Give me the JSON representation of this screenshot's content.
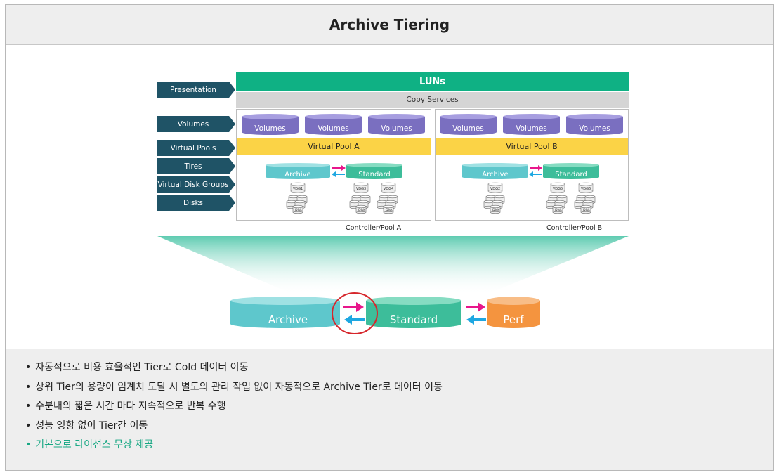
{
  "title": "Archive Tiering",
  "layers": [
    "Presentation",
    "Volumes",
    "Virtual Pools",
    "Tires",
    "Virtual Disk Groups",
    "Disks"
  ],
  "luns": "LUNs",
  "copy_services": "Copy Services",
  "volume_label": "Volumes",
  "pools": [
    {
      "name": "Virtual Pool A",
      "controller": "Controller/Pool A",
      "archive": "Archive",
      "standard": "Standard",
      "archive_vdgs": [
        "VDG1"
      ],
      "standard_vdgs": [
        "VDG3",
        "VDG4"
      ]
    },
    {
      "name": "Virtual Pool B",
      "controller": "Controller/Pool B",
      "archive": "Archive",
      "standard": "Standard",
      "archive_vdgs": [
        "VDG2"
      ],
      "standard_vdgs": [
        "VDG5",
        "VDG6"
      ]
    }
  ],
  "disk_label": "Disk",
  "tiers": {
    "archive": "Archive",
    "standard": "Standard",
    "perf": "Perf"
  },
  "colors": {
    "luns": "#0fb184",
    "archive": "#5ec7cc",
    "standard": "#3dbd9a",
    "perf": "#f4943f",
    "volume": "#7a6fc0",
    "virtual_pool": "#fbd346",
    "label": "#1f5366",
    "arrow_right": "#e8168b",
    "arrow_left": "#1ea7e1",
    "highlight_circle": "#d6262b"
  },
  "bullets": [
    "자동적으로 비용 효율적인 Tier로 Cold 데이터 이동",
    "상위 Tier의 용량이 임계치 도달 시 별도의 관리 작업 없이 자동적으로 Archive Tier로 데이터 이동",
    "수분내의 짧은 시간 마다 지속적으로 반복 수행",
    "성능 영향 없이 Tier간 이동",
    "기본으로 라이선스 무상 제공"
  ]
}
